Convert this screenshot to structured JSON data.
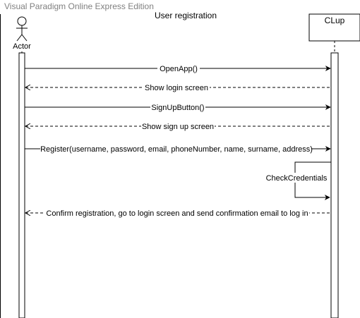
{
  "watermark": "Visual Paradigm Online Express Edition",
  "title": "User registration",
  "actor": {
    "name": "Actor"
  },
  "system": {
    "name": "CLup"
  },
  "messages": [
    {
      "label": "OpenApp()",
      "type": "sync",
      "from": "actor",
      "to": "system"
    },
    {
      "label": "Show login screen",
      "type": "return",
      "from": "system",
      "to": "actor"
    },
    {
      "label": "SignUpButton()",
      "type": "sync",
      "from": "actor",
      "to": "system"
    },
    {
      "label": "Show sign up screen",
      "type": "return",
      "from": "system",
      "to": "actor"
    },
    {
      "label": "Register(username, password, email, phoneNumber, name, surname, address)",
      "type": "sync",
      "from": "actor",
      "to": "system"
    },
    {
      "label": "CheckCredentials",
      "type": "self",
      "from": "system",
      "to": "system"
    },
    {
      "label": "Confirm registration, go to login screen and send confirmation email to log in",
      "type": "return",
      "from": "system",
      "to": "actor"
    }
  ],
  "colors": {
    "line": "#000000",
    "watermark": "#808080",
    "background": "#ffffff"
  }
}
